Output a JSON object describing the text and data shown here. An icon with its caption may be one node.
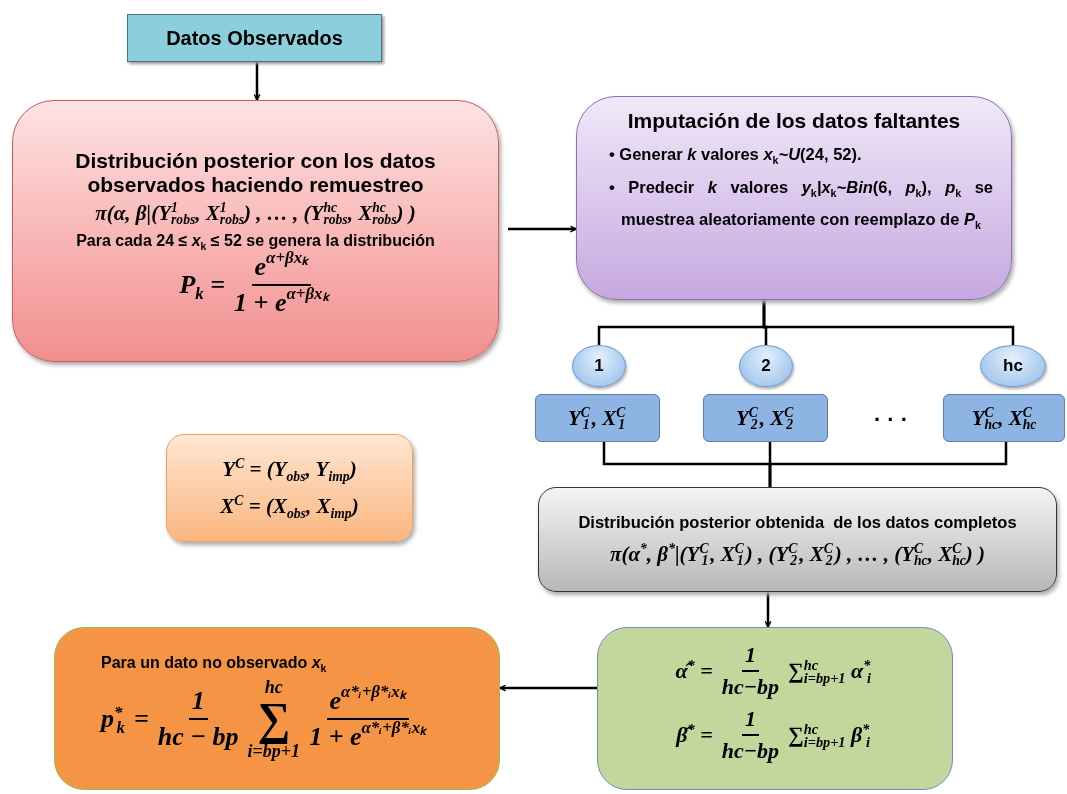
{
  "diagram": {
    "nodes": [
      {
        "text": [
          "Datos Observados"
        ]
      },
      {
        "text": [
          "Distribución posterior con los datos observados haciendo remuestreo",
          "π(α, β|(Y$^{1}$$_{robs}$, X$^{1}$$_{robs}$) , … , (Y$^{hc}$$_{robs}$, X$^{hc}$$_{robs}$) )",
          "Para cada 24 ≤ *x*$_{k}$ ≤ 52 se genera la distribución",
          "P$_{k}$ =",
          "e$^{α+βxₖ}$",
          "1 + e$^{α+βxₖ}$"
        ]
      },
      {
        "text": [
          "Imputación de los datos faltantes",
          "•  Generar *k* valores *x*$_{k}$*~U*(24, 52).",
          "• Predecir *k* valores *y*$_{k}$*|x*$_{k}$*~Bin*(6, *p*$_{k}$), *p*$_{k}$ se muestrea aleatoriamente con reemplazo de *P*$_{k}$"
        ]
      },
      {
        "text": [
          "1"
        ]
      },
      {
        "text": [
          "2"
        ]
      },
      {
        "text": [
          "hc"
        ]
      },
      {
        "text": [
          "Y$^{C}$$_{1}$, X$^{C}$$_{1}$"
        ]
      },
      {
        "text": [
          "Y$^{C}$$_{2}$, X$^{C}$$_{2}$"
        ]
      },
      {
        "text": [
          "Y$^{C}$$_{hc}$, X$^{C}$$_{hc}$"
        ]
      },
      {
        "text": [
          "Y$^{C}$ = (Y$_{obs}$, Y$_{imp}$)",
          "X$^{C}$ = (X$_{obs}$, X$_{imp}$)"
        ]
      },
      {
        "text": [
          "Distribución posterior obtenida  de los datos completos",
          "π(α$^{*}$, β$^{*}$|(Y$^{C}$$_{1}$, X$^{C}$$_{1}$) , (Y$^{C}$$_{2}$, X$^{C}$$_{2}$) , … , (Y$^{C}$$_{hc}$, X$^{C}$$_{hc}$) )"
        ]
      },
      {
        "text": [
          "α̂$^{*}$ =",
          "1",
          "hc−bp",
          "∑$^{hc}$$_{i=bp+1}$ α$^{*}$$_{i}$",
          "β̂$^{*}$ =",
          "1",
          "hc−bp",
          "∑$^{hc}$$_{i=bp+1}$ β$^{*}$$_{i}$"
        ]
      },
      {
        "text": [
          "Para un dato no observado *x*$_{k}$",
          "p$^{*}$$_{k}$ =",
          "1",
          "hc − bp",
          "hc",
          "∑",
          "i=bp+1",
          "e$^{α*ᵢ+β*ᵢxₖ}$",
          "1 + e$^{α*ᵢ+β*ᵢxₖ}$"
        ]
      }
    ],
    "edges": [
      {
        "from": 0,
        "to": 1,
        "arrow": "to"
      },
      {
        "from": 1,
        "to": 2,
        "arrow": "to"
      },
      {
        "from": 2,
        "to": 3,
        "arrow": "none"
      },
      {
        "from": 2,
        "to": 4,
        "arrow": "none"
      },
      {
        "from": 2,
        "to": 5,
        "arrow": "none"
      },
      {
        "from": 6,
        "to": 10,
        "arrow": "none"
      },
      {
        "from": 7,
        "to": 10,
        "arrow": "none"
      },
      {
        "from": 8,
        "to": 10,
        "arrow": "none"
      },
      {
        "from": 10,
        "to": 11,
        "arrow": "to"
      },
      {
        "from": 11,
        "to": 12,
        "arrow": "to"
      }
    ],
    "labels": [
      "· · ·"
    ]
  }
}
